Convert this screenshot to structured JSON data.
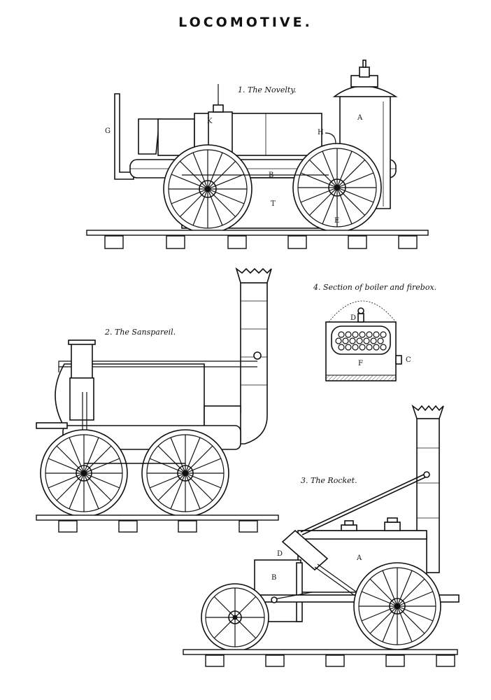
{
  "title": "LOCOMOTIVE.",
  "figures": {
    "novelty": {
      "caption": "1. The Novelty.",
      "labels": {
        "A": "A",
        "B": "B",
        "E": "E",
        "G": "G",
        "H": "H",
        "K": "K",
        "T": "T"
      }
    },
    "sanspareil": {
      "caption": "2. The Sanspareil."
    },
    "rocket": {
      "caption": "3. The Rocket.",
      "labels": {
        "A": "A",
        "B": "B",
        "D": "D"
      }
    },
    "section": {
      "caption": "4. Section of boiler and firebox.",
      "labels": {
        "C": "C",
        "D": "D",
        "F": "F"
      }
    }
  }
}
